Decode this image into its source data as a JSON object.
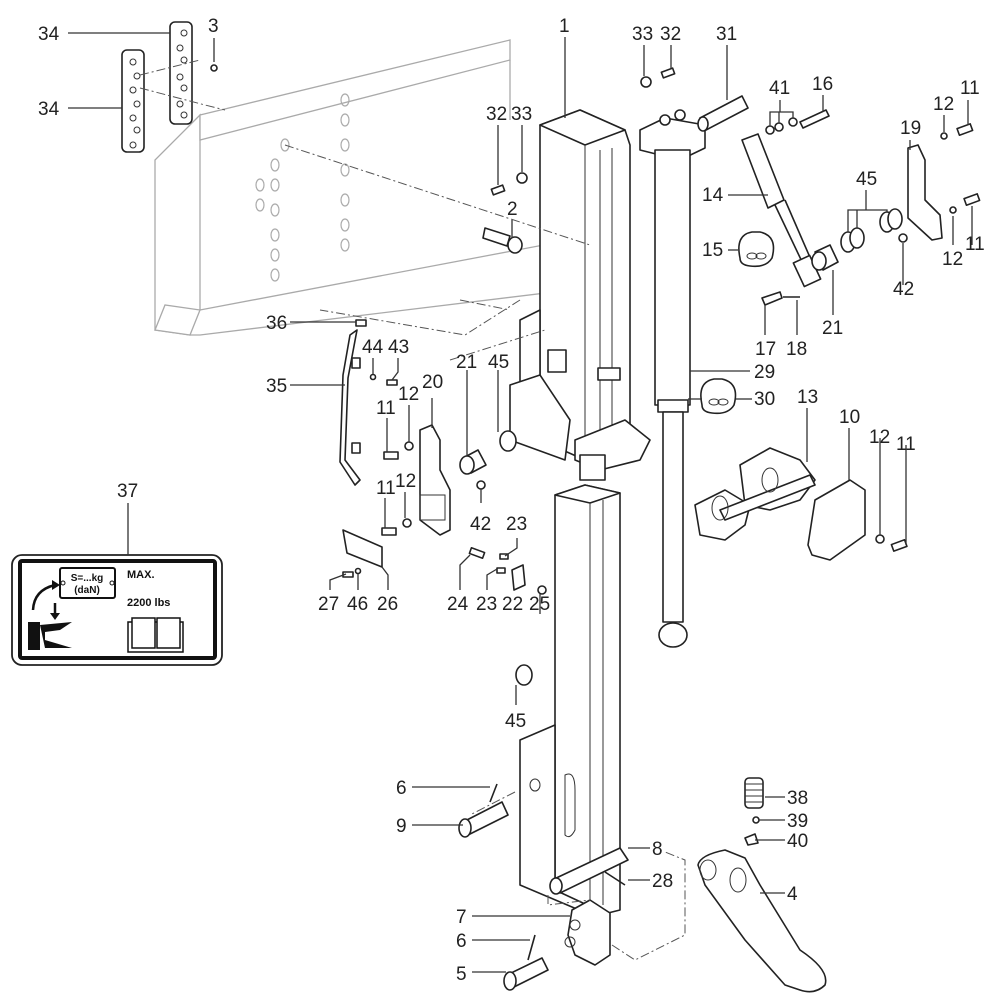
{
  "diagram": {
    "type": "exploded-parts-view",
    "subject": "Telescopic jack stand assembly"
  },
  "callouts": [
    {
      "id": "c34a",
      "label": "34"
    },
    {
      "id": "c34b",
      "label": "34"
    },
    {
      "id": "c3",
      "label": "3"
    },
    {
      "id": "c1",
      "label": "1"
    },
    {
      "id": "c33a",
      "label": "33"
    },
    {
      "id": "c32a",
      "label": "32"
    },
    {
      "id": "c31",
      "label": "31"
    },
    {
      "id": "c41",
      "label": "41"
    },
    {
      "id": "c16",
      "label": "16"
    },
    {
      "id": "c11a",
      "label": "11"
    },
    {
      "id": "c12a",
      "label": "12"
    },
    {
      "id": "c19",
      "label": "19"
    },
    {
      "id": "c32b",
      "label": "32"
    },
    {
      "id": "c33b",
      "label": "33"
    },
    {
      "id": "c2",
      "label": "2"
    },
    {
      "id": "c14",
      "label": "14"
    },
    {
      "id": "c45a",
      "label": "45"
    },
    {
      "id": "c15",
      "label": "15"
    },
    {
      "id": "c11b",
      "label": "11"
    },
    {
      "id": "c12b",
      "label": "12"
    },
    {
      "id": "c42a",
      "label": "42"
    },
    {
      "id": "c21a",
      "label": "21"
    },
    {
      "id": "c17",
      "label": "17"
    },
    {
      "id": "c18",
      "label": "18"
    },
    {
      "id": "c29",
      "label": "29"
    },
    {
      "id": "c30",
      "label": "30"
    },
    {
      "id": "c13",
      "label": "13"
    },
    {
      "id": "c10",
      "label": "10"
    },
    {
      "id": "c12c",
      "label": "12"
    },
    {
      "id": "c11c",
      "label": "11"
    },
    {
      "id": "c36",
      "label": "36"
    },
    {
      "id": "c35",
      "label": "35"
    },
    {
      "id": "c44",
      "label": "44"
    },
    {
      "id": "c43",
      "label": "43"
    },
    {
      "id": "c11d",
      "label": "11"
    },
    {
      "id": "c12d",
      "label": "12"
    },
    {
      "id": "c20",
      "label": "20"
    },
    {
      "id": "c21b",
      "label": "21"
    },
    {
      "id": "c45b",
      "label": "45"
    },
    {
      "id": "c11e",
      "label": "11"
    },
    {
      "id": "c12e",
      "label": "12"
    },
    {
      "id": "c42b",
      "label": "42"
    },
    {
      "id": "c23a",
      "label": "23"
    },
    {
      "id": "c27",
      "label": "27"
    },
    {
      "id": "c46",
      "label": "46"
    },
    {
      "id": "c26",
      "label": "26"
    },
    {
      "id": "c24",
      "label": "24"
    },
    {
      "id": "c23b",
      "label": "23"
    },
    {
      "id": "c22",
      "label": "22"
    },
    {
      "id": "c25",
      "label": "25"
    },
    {
      "id": "c45c",
      "label": "45"
    },
    {
      "id": "c37",
      "label": "37"
    },
    {
      "id": "c6a",
      "label": "6"
    },
    {
      "id": "c9",
      "label": "9"
    },
    {
      "id": "c8",
      "label": "8"
    },
    {
      "id": "c28",
      "label": "28"
    },
    {
      "id": "c7",
      "label": "7"
    },
    {
      "id": "c6b",
      "label": "6"
    },
    {
      "id": "c5",
      "label": "5"
    },
    {
      "id": "c38",
      "label": "38"
    },
    {
      "id": "c39",
      "label": "39"
    },
    {
      "id": "c40",
      "label": "40"
    },
    {
      "id": "c4",
      "label": "4"
    }
  ],
  "decal": {
    "plate_text_line1": "S=...kg",
    "plate_text_line2": "(daN)",
    "max_label": "MAX.",
    "capacity": "2200 lbs",
    "icons": [
      "load-arrow-icon",
      "fork-icon",
      "manual-book-icon"
    ]
  }
}
